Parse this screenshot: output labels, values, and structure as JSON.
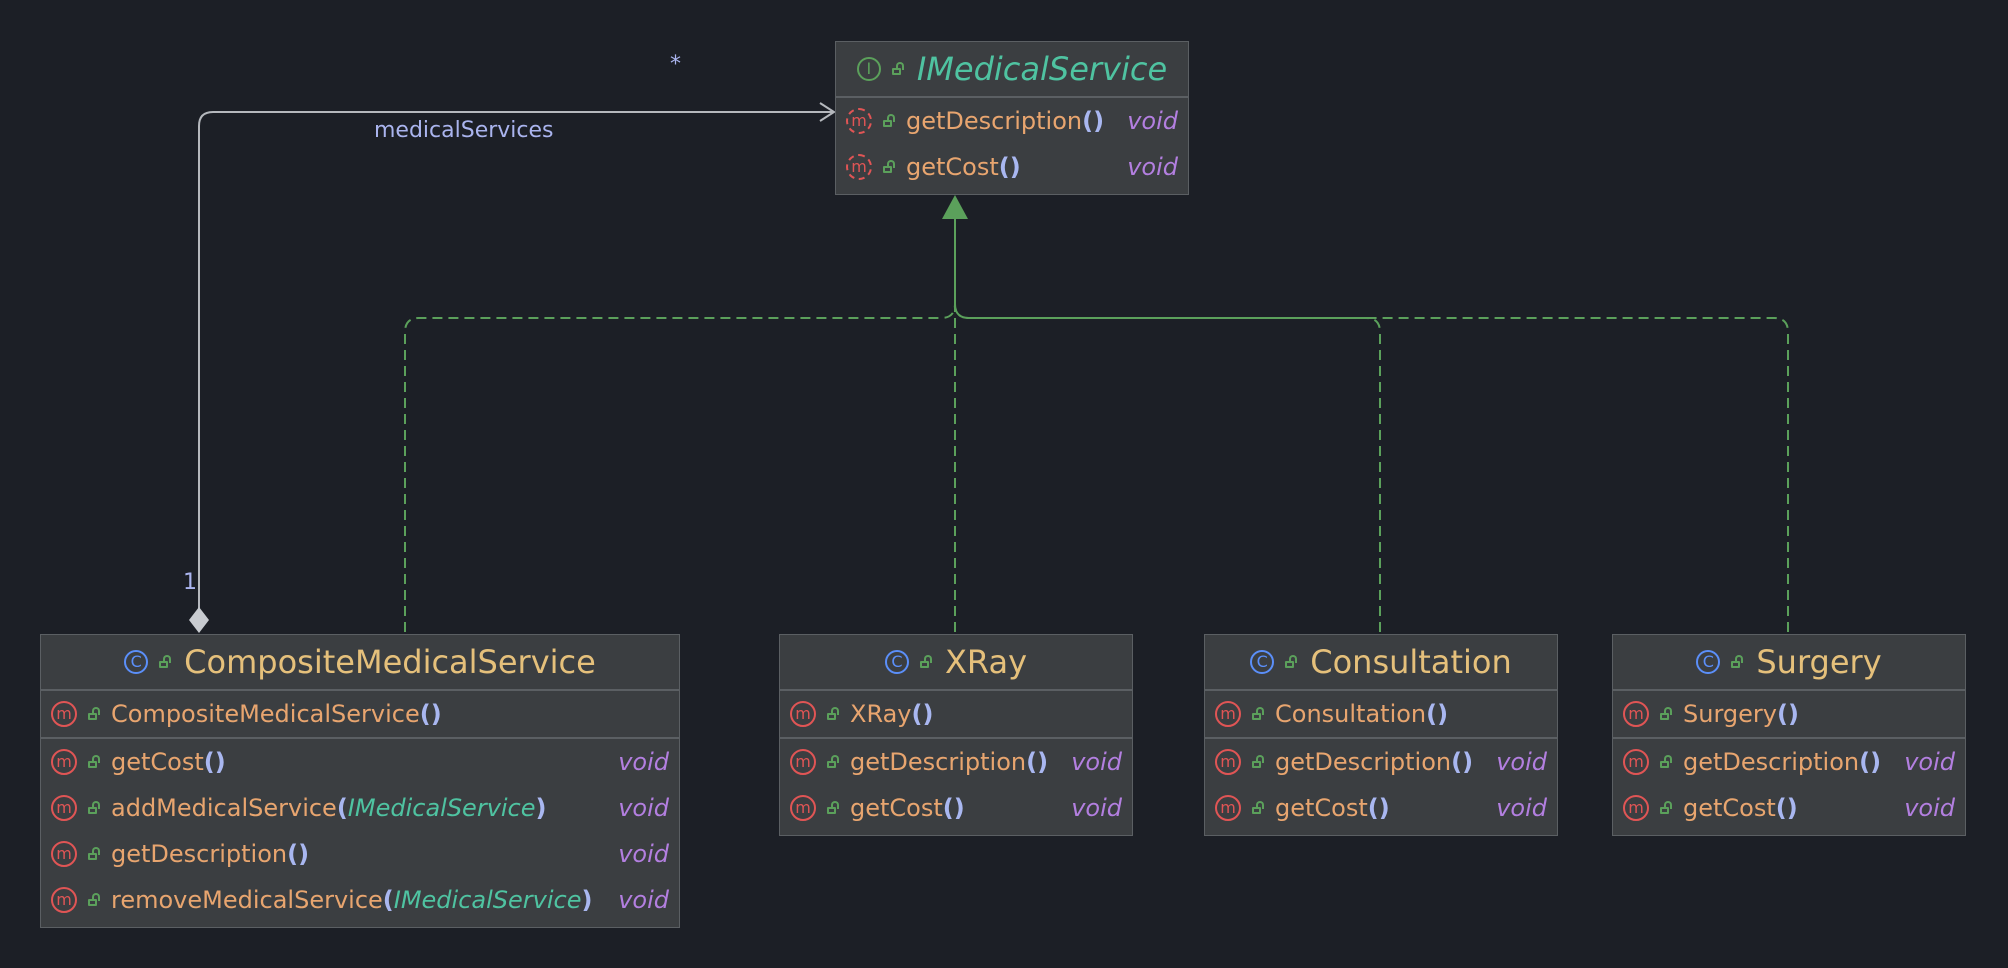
{
  "interface": {
    "name": "IMedicalService",
    "kind_icon": "I",
    "methods": [
      {
        "icon": "m",
        "name": "getDescription",
        "params": "",
        "return_type": "void"
      },
      {
        "icon": "m",
        "name": "getCost",
        "params": "",
        "return_type": "void"
      }
    ]
  },
  "composite": {
    "name": "CompositeMedicalService",
    "kind_icon": "C",
    "constructor": {
      "icon": "m",
      "name": "CompositeMedicalService",
      "params": ""
    },
    "methods": [
      {
        "icon": "m",
        "name": "getCost",
        "params": "",
        "return_type": "void"
      },
      {
        "icon": "m",
        "name": "addMedicalService",
        "params": "IMedicalService",
        "return_type": "void"
      },
      {
        "icon": "m",
        "name": "getDescription",
        "params": "",
        "return_type": "void"
      },
      {
        "icon": "m",
        "name": "removeMedicalService",
        "params": "IMedicalService",
        "return_type": "void"
      }
    ]
  },
  "xray": {
    "name": "XRay",
    "kind_icon": "C",
    "constructor": {
      "icon": "m",
      "name": "XRay",
      "params": ""
    },
    "methods": [
      {
        "icon": "m",
        "name": "getDescription",
        "params": "",
        "return_type": "void"
      },
      {
        "icon": "m",
        "name": "getCost",
        "params": "",
        "return_type": "void"
      }
    ]
  },
  "consultation": {
    "name": "Consultation",
    "kind_icon": "C",
    "constructor": {
      "icon": "m",
      "name": "Consultation",
      "params": ""
    },
    "methods": [
      {
        "icon": "m",
        "name": "getDescription",
        "params": "",
        "return_type": "void"
      },
      {
        "icon": "m",
        "name": "getCost",
        "params": "",
        "return_type": "void"
      }
    ]
  },
  "surgery": {
    "name": "Surgery",
    "kind_icon": "C",
    "constructor": {
      "icon": "m",
      "name": "Surgery",
      "params": ""
    },
    "methods": [
      {
        "icon": "m",
        "name": "getDescription",
        "params": "",
        "return_type": "void"
      },
      {
        "icon": "m",
        "name": "getCost",
        "params": "",
        "return_type": "void"
      }
    ]
  },
  "association": {
    "role": "medicalServices",
    "target_multiplicity": "*",
    "source_multiplicity": "1"
  },
  "paren_open": "(",
  "paren_close": ")",
  "parens": "()",
  "colors": {
    "background": "#1c1f26",
    "box": "#3b3e41",
    "realization": "#5ba05b",
    "association": "#b5b8bd",
    "class_name": "#e5c07b",
    "interface_name": "#4fc3a1",
    "method_name": "#e8a56f",
    "return_type": "#b37fe0"
  }
}
